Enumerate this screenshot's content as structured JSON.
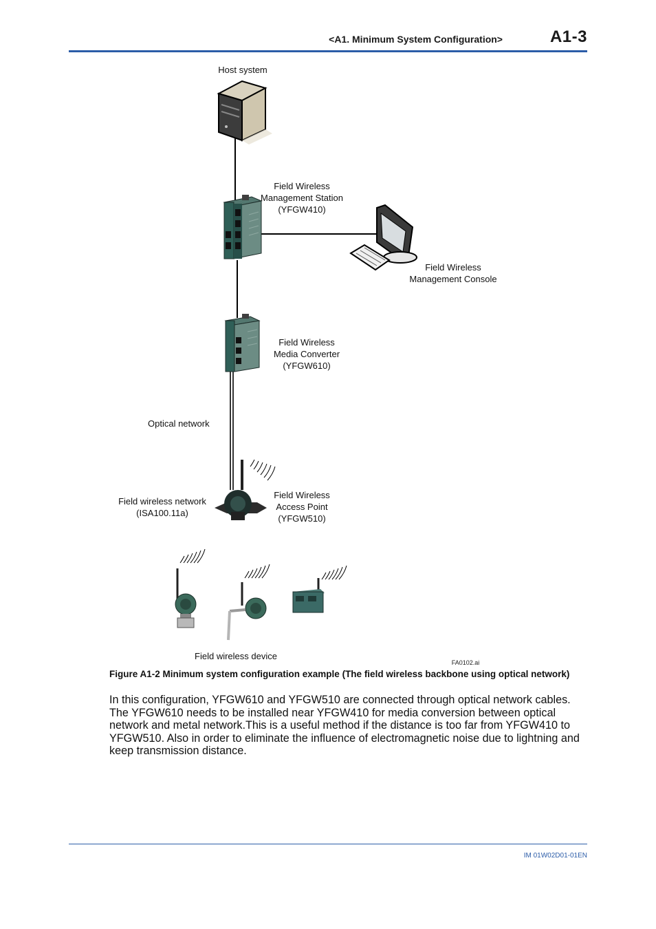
{
  "header": {
    "section_title": "<A1.  Minimum System Configuration>",
    "page_number": "A1-3"
  },
  "diagram": {
    "host_system": "Host system",
    "fwms": {
      "line1": "Field Wireless",
      "line2": "Management Station",
      "line3": "(YFGW410)"
    },
    "console": {
      "line1": "Field Wireless",
      "line2": "Management Console"
    },
    "media_converter": {
      "line1": "Field Wireless",
      "line2": "Media Converter",
      "line3": "(YFGW610)"
    },
    "optical_network": "Optical network",
    "wireless_network": {
      "line1": "Field wireless network",
      "line2": "(ISA100.11a)"
    },
    "access_point": {
      "line1": "Field Wireless",
      "line2": "Access Point",
      "line3": "(YFGW510)"
    },
    "field_device": "Field wireless device",
    "file_ref": "FA0102.ai"
  },
  "caption": "Figure A1-2  Minimum system configuration example (The field wireless backbone using optical network)",
  "body": {
    "paragraph": "In this configuration, YFGW610 and YFGW510 are connected through optical network cables. The YFGW610 needs to be installed near YFGW410 for media conversion between optical network and metal network.This is a useful method if the distance is too far from YFGW410 to YFGW510. Also in order to eliminate the influence of electromagnetic noise due to lightning and keep transmission distance."
  },
  "footer": {
    "doc_number": "IM 01W02D01-01EN"
  },
  "colors": {
    "accent": "#2b5ca8",
    "device_green": "#2f5f57"
  }
}
